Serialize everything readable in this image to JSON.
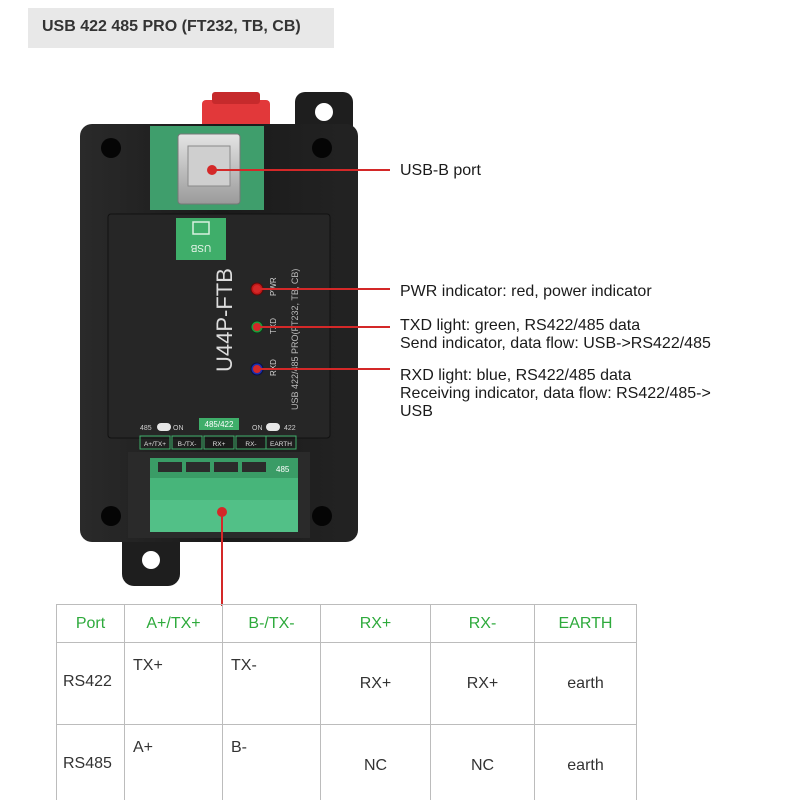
{
  "title": "USB 422 485 PRO (FT232, TB, CB)",
  "device": {
    "model_label": "U44P-FTB",
    "side_label": "USB 422/485 PRO(FT232, TB, CB)",
    "usb_label": "USB",
    "led_labels": [
      "PWR",
      "TXD",
      "RXD"
    ],
    "switch_label_left": "485",
    "switch_label_on_left": "ON",
    "mode_label": "485/422",
    "switch_label_on_right": "ON",
    "switch_label_right": "422",
    "terminal_labels": [
      "A+/TX+",
      "B-/TX-",
      "RX+",
      "RX-",
      "EARTH"
    ],
    "jumper_label": "485"
  },
  "callouts": {
    "usb_port": "USB-B port",
    "pwr": "PWR indicator: red, power indicator",
    "txd_line1": "TXD light: green, RS422/485 data",
    "txd_line2": "Send indicator, data flow: USB->RS422/485",
    "rxd_line1": "RXD light: blue, RS422/485 data",
    "rxd_line2": "Receiving indicator, data flow: RS422/485->",
    "rxd_line3": "USB"
  },
  "table": {
    "headers": [
      "Port",
      "A+/TX+",
      "B-/TX-",
      "RX+",
      "RX-",
      "EARTH"
    ],
    "rows": [
      [
        "RS422",
        "TX+",
        "TX-",
        "RX+",
        "RX+",
        "earth"
      ],
      [
        "RS485",
        "A+",
        "B-",
        "NC",
        "NC",
        "earth"
      ]
    ]
  },
  "colors": {
    "accent_red": "#d42828",
    "table_header_green": "#2eaa3c",
    "terminal_green": "#3fae6a",
    "enclosure": "#1c1c1c"
  }
}
